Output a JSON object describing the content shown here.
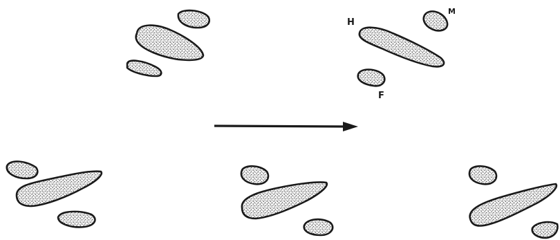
{
  "labels": {
    "h": "H",
    "m": "M",
    "f": "F"
  },
  "colors": {
    "ink": "#1a1a1a",
    "stipple": "#3a3a3a",
    "paper": "#ffffff"
  }
}
